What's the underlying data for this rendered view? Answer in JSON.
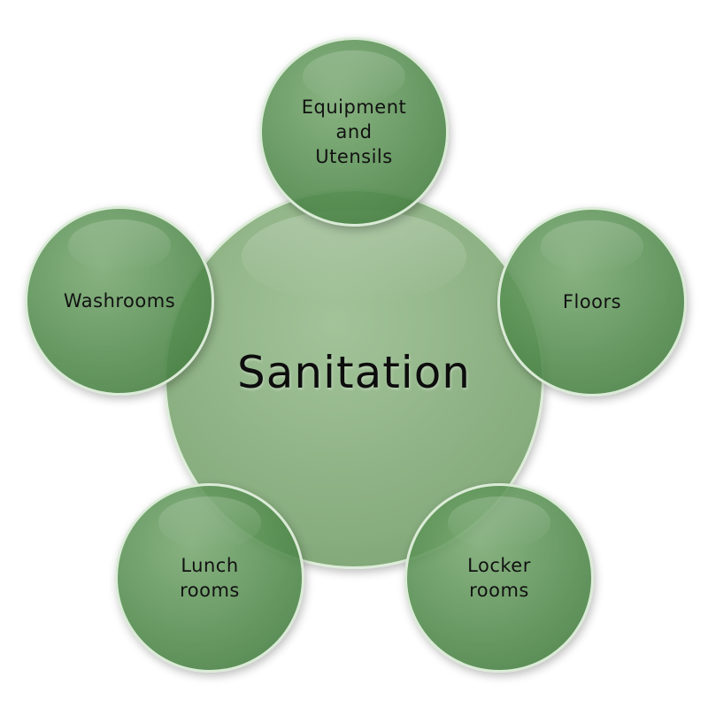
{
  "diagram": {
    "center_label": "Sanitation",
    "nodes": [
      {
        "id": "equipment",
        "label": "Equipment\nand\nUtensils"
      },
      {
        "id": "floors",
        "label": "Floors"
      },
      {
        "id": "washrooms",
        "label": "Washrooms"
      },
      {
        "id": "lunch",
        "label": "Lunch\nrooms"
      },
      {
        "id": "locker",
        "label": "Locker\nrooms"
      }
    ]
  },
  "colors": {
    "node_fill": "#5a9154",
    "center_fill": "#8ab17f",
    "border": "#e1f0de",
    "text": "#111111"
  }
}
